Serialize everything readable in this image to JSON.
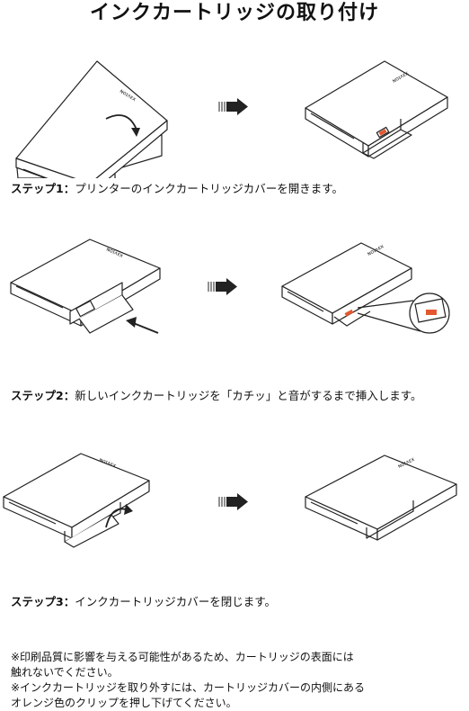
{
  "title": "インクカートリッジの取り付け",
  "brand_mark": "ɴᴏɪʌᴇx",
  "steps": [
    {
      "label": "ステップ1：",
      "text": "プリンターのインクカートリッジカバーを開きます。"
    },
    {
      "label": "ステップ2：",
      "text": "新しいインクカートリッジを「カチッ」と音がするまで挿入します。"
    },
    {
      "label": "ステップ3：",
      "text": "インクカートリッジカバーを閉じます。"
    }
  ],
  "notes": [
    "※印刷品質に影響を与える可能性があるため、カートリッジの表面には",
    "触れないでください。",
    "※インクカートリッジを取り外すには、カートリッジカバーの内側にある",
    "オレンジ色のクリップを押し下げてください。"
  ],
  "colors": {
    "clip": "#e4572e",
    "line": "#222222"
  },
  "icons": [
    "printer-illustration",
    "arrow-right-icon",
    "rotate-arrow-icon",
    "insert-arrow-icon"
  ]
}
